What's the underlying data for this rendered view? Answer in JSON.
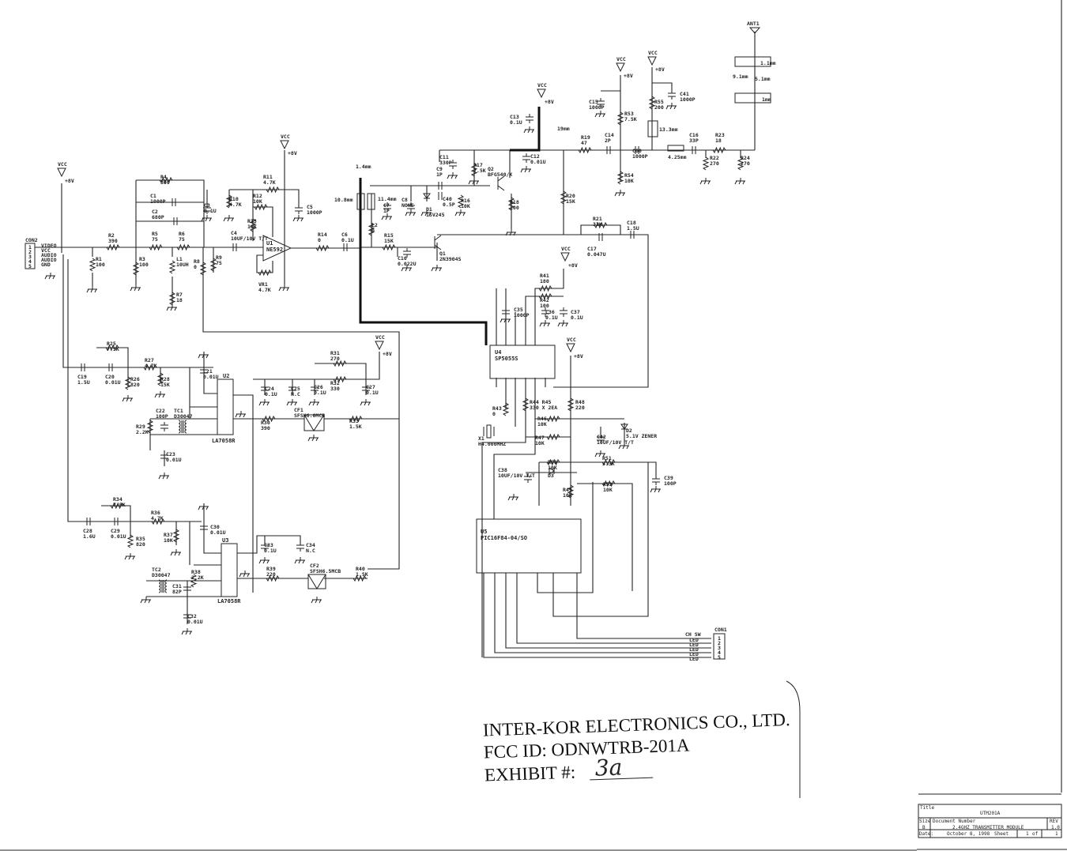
{
  "connectors": {
    "con2": {
      "ref": "CON2",
      "pins": [
        "VIDEO",
        "VCC",
        "AUDIO",
        "AUDIO",
        "GND"
      ],
      "numbers": [
        "1",
        "2",
        "3",
        "4",
        "5"
      ]
    },
    "con1": {
      "ref": "CON1",
      "label": "CH SW",
      "pins": [
        "LED",
        "LED",
        "LED",
        "LED",
        "LED"
      ],
      "numbers": [
        "1",
        "2",
        "3",
        "4",
        "5"
      ]
    }
  },
  "supplies": {
    "vcc": "VCC",
    "plus8v": "+8V",
    "antenna": "ANT1"
  },
  "ics": {
    "U1": {
      "ref": "U1",
      "part": "NE592"
    },
    "U2": {
      "ref": "U2",
      "part": "LA7058R"
    },
    "U3": {
      "ref": "U3",
      "part": "LA7058R"
    },
    "U4": {
      "ref": "U4",
      "part": "SP5055S"
    },
    "U5": {
      "ref": "U5",
      "part": "PIC16F84-04/SO"
    }
  },
  "components": [
    {
      "ref": "R1",
      "value": "100"
    },
    {
      "ref": "R2",
      "value": "390"
    },
    {
      "ref": "R3",
      "value": "100"
    },
    {
      "ref": "R4",
      "value": "300"
    },
    {
      "ref": "C1",
      "value": "1000P"
    },
    {
      "ref": "C2",
      "value": "680P"
    },
    {
      "ref": "R5",
      "value": "75"
    },
    {
      "ref": "R6",
      "value": "75"
    },
    {
      "ref": "L1",
      "value": "10UH"
    },
    {
      "ref": "R7",
      "value": "18"
    },
    {
      "ref": "R8",
      "value": "0"
    },
    {
      "ref": "R9",
      "value": "75"
    },
    {
      "ref": "C4",
      "value": "10UF/10V T/T"
    },
    {
      "ref": "C3",
      "value": "0.1U"
    },
    {
      "ref": "R10",
      "value": "4.7K"
    },
    {
      "ref": "R12",
      "value": "10K"
    },
    {
      "ref": "R13",
      "value": "10K"
    },
    {
      "ref": "R11",
      "value": "4.7K"
    },
    {
      "ref": "C5",
      "value": "1000P"
    },
    {
      "ref": "VR1",
      "value": "4.7K"
    },
    {
      "ref": "R14",
      "value": "0"
    },
    {
      "ref": "C6",
      "value": "0.1U"
    },
    {
      "ref": "L2",
      "value": "0"
    },
    {
      "ref": "R15",
      "value": "15K"
    },
    {
      "ref": "C10",
      "value": "0.022U"
    },
    {
      "ref": "Q1",
      "value": "2N3904S"
    },
    {
      "ref": "C7",
      "value": "1P"
    },
    {
      "ref": "C8",
      "value": "NONE"
    },
    {
      "ref": "D1",
      "value": "1SV245"
    },
    {
      "ref": "C9",
      "value": "1P"
    },
    {
      "ref": "C40",
      "value": "0.5P"
    },
    {
      "ref": "C11",
      "value": "330P"
    },
    {
      "ref": "R17",
      "value": "7.5K"
    },
    {
      "ref": "Q2",
      "value": "BFG540/X"
    },
    {
      "ref": "R16",
      "value": "10K"
    },
    {
      "ref": "R18",
      "value": "100"
    },
    {
      "ref": "C13",
      "value": "0.1U"
    },
    {
      "ref": "C12",
      "value": "0.01U"
    },
    {
      "ref": "R19",
      "value": "47"
    },
    {
      "ref": "C14",
      "value": "2P"
    },
    {
      "ref": "R20",
      "value": "15K"
    },
    {
      "ref": "R21",
      "value": "33K"
    },
    {
      "ref": "C17",
      "value": "0.047U"
    },
    {
      "ref": "C18",
      "value": "1.5U"
    },
    {
      "ref": "C15",
      "value": "1000P"
    },
    {
      "ref": "R53",
      "value": "7.5K"
    },
    {
      "ref": "R54",
      "value": "10K"
    },
    {
      "ref": "C60",
      "value": "1000P"
    },
    {
      "ref": "R55",
      "value": "200"
    },
    {
      "ref": "C41",
      "value": "1000P"
    },
    {
      "ref": "C16",
      "value": "33P"
    },
    {
      "ref": "R23",
      "value": "18"
    },
    {
      "ref": "R22",
      "value": "270"
    },
    {
      "ref": "R24",
      "value": "270"
    },
    {
      "ref": "R41",
      "value": "180"
    },
    {
      "ref": "R42",
      "value": "100"
    },
    {
      "ref": "C35",
      "value": "1000P"
    },
    {
      "ref": "C36",
      "value": "0.1U"
    },
    {
      "ref": "C37",
      "value": "0.1U"
    },
    {
      "ref": "R43",
      "value": "0"
    },
    {
      "ref": "X1",
      "value": "H4.000MHZ"
    },
    {
      "ref": "R44 R45",
      "value": "330 X 2EA"
    },
    {
      "ref": "R46",
      "value": "10K"
    },
    {
      "ref": "R47",
      "value": "10K"
    },
    {
      "ref": "R48",
      "value": "220"
    },
    {
      "ref": "C42",
      "value": "10UF/10V T/T"
    },
    {
      "ref": "D2",
      "value": "5.1V ZENER"
    },
    {
      "ref": "C38",
      "value": "10UF/10V T/T"
    },
    {
      "ref": "R50",
      "value": "10K"
    },
    {
      "ref": "D3",
      "value": ""
    },
    {
      "ref": "R51",
      "value": "3.3K"
    },
    {
      "ref": "R52",
      "value": "10K"
    },
    {
      "ref": "R49",
      "value": "10K"
    },
    {
      "ref": "C39",
      "value": "100P"
    },
    {
      "ref": "C19",
      "value": "1.5U"
    },
    {
      "ref": "C20",
      "value": "0.01U"
    },
    {
      "ref": "R25",
      "value": "7.5K"
    },
    {
      "ref": "R26",
      "value": "820"
    },
    {
      "ref": "R27",
      "value": "4.7K"
    },
    {
      "ref": "R28",
      "value": "15K"
    },
    {
      "ref": "C21",
      "value": "0.01U"
    },
    {
      "ref": "C22",
      "value": "100P"
    },
    {
      "ref": "TC1",
      "value": "D30047"
    },
    {
      "ref": "R29",
      "value": "2.2K"
    },
    {
      "ref": "C23",
      "value": "0.01U"
    },
    {
      "ref": "C24",
      "value": "0.1U"
    },
    {
      "ref": "C25",
      "value": "N.C"
    },
    {
      "ref": "C26",
      "value": "0.1U"
    },
    {
      "ref": "R31",
      "value": "270"
    },
    {
      "ref": "R32",
      "value": "330"
    },
    {
      "ref": "C27",
      "value": "0.1U"
    },
    {
      "ref": "R30",
      "value": "390"
    },
    {
      "ref": "CF1",
      "value": "SFSH6.0MCB"
    },
    {
      "ref": "R33",
      "value": "1.5K"
    },
    {
      "ref": "C28",
      "value": "1.6U"
    },
    {
      "ref": "C29",
      "value": "0.01U"
    },
    {
      "ref": "R34",
      "value": "7.5K"
    },
    {
      "ref": "R35",
      "value": "820"
    },
    {
      "ref": "R36",
      "value": "4.7K"
    },
    {
      "ref": "R37",
      "value": "10K"
    },
    {
      "ref": "C30",
      "value": "0.01U"
    },
    {
      "ref": "TC2",
      "value": "D30047"
    },
    {
      "ref": "C31",
      "value": "82P"
    },
    {
      "ref": "R38",
      "value": "2.2K"
    },
    {
      "ref": "C32",
      "value": "0.01U"
    },
    {
      "ref": "C33",
      "value": "0.1U"
    },
    {
      "ref": "C34",
      "value": "N.C"
    },
    {
      "ref": "R39",
      "value": "220"
    },
    {
      "ref": "CF2",
      "value": "SFSH6.5MCB"
    },
    {
      "ref": "R40",
      "value": "1.5K"
    }
  ],
  "dimensions": [
    "1.4mm",
    "10.8mm",
    "11.4mm",
    "19mm",
    "13.3mm",
    "4.25mm",
    "9.1mm",
    "5.1mm",
    "1.1mm",
    "1mm"
  ],
  "stamp": {
    "company": "INTER-KOR ELECTRONICS CO., LTD.",
    "fcc_id": "FCC ID: ODNWTRB-201A",
    "exhibit_label": "EXHIBIT #:",
    "exhibit_value": "3a"
  },
  "title_block": {
    "title_label": "Title",
    "title": "UTM201A",
    "size_label": "Size",
    "size": "B",
    "docnum_label": "Document Number",
    "docnum": "2.4GHZ TRANSMITTER MODULE",
    "rev_label": "REV",
    "rev": "1.0",
    "date_label": "Date:",
    "date": "October 8, 1998",
    "sheet_label": "Sheet",
    "sheet": "1",
    "of_label": "of",
    "sheet_total": "1"
  }
}
